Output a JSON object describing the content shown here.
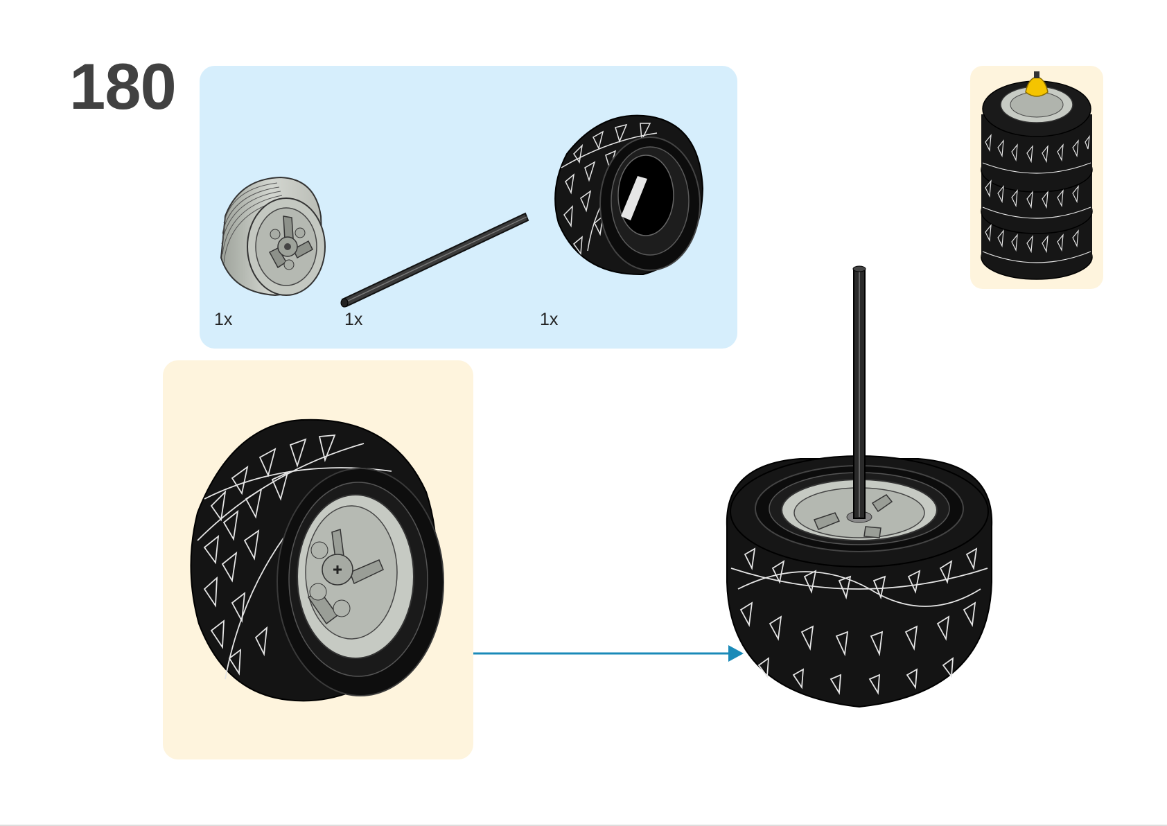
{
  "step": {
    "number": "180"
  },
  "parts_list": {
    "items": [
      {
        "name": "rim",
        "quantity": "1x"
      },
      {
        "name": "axle",
        "quantity": "1x"
      },
      {
        "name": "tire",
        "quantity": "1x"
      }
    ]
  },
  "colors": {
    "parts_panel_bg": "#d6eefc",
    "subassembly_panel_bg": "#fef4dd",
    "arrow": "#1a8ab8",
    "tire": "#111111",
    "rim": "#c8ccc6",
    "axle": "#2a2a2a",
    "accent_yellow": "#f5c400"
  },
  "icons": {
    "rim": "wheel-rim-icon",
    "axle": "axle-icon",
    "tire": "tire-icon",
    "arrow": "arrow-right-icon"
  }
}
